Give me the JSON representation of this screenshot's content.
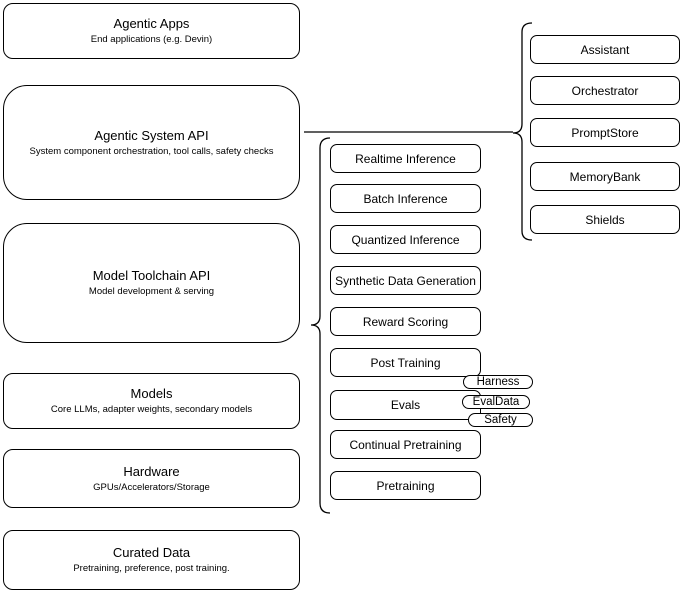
{
  "stack": [
    {
      "title": "Agentic Apps",
      "subtitle": "End applications (e.g. Devin)"
    },
    {
      "title": "Agentic System API",
      "subtitle": "System component orchestration, tool calls, safety checks"
    },
    {
      "title": "Model Toolchain API",
      "subtitle": "Model development & serving"
    },
    {
      "title": "Models",
      "subtitle": "Core LLMs, adapter weights, secondary models"
    },
    {
      "title": "Hardware",
      "subtitle": "GPUs/Accelerators/Storage"
    },
    {
      "title": "Curated Data",
      "subtitle": "Pretraining, preference, post training."
    }
  ],
  "toolchain_services": [
    "Realtime Inference",
    "Batch Inference",
    "Quantized Inference",
    "Synthetic Data Generation",
    "Reward Scoring",
    "Post Training",
    "Evals",
    "Continual Pretraining",
    "Pretraining"
  ],
  "eval_tags": [
    "Harness",
    "EvalData",
    "Safety"
  ],
  "system_components": [
    "Assistant",
    "Orchestrator",
    "PromptStore",
    "MemoryBank",
    "Shields"
  ],
  "colors": {
    "stroke": "#000000",
    "fill": "#ffffff",
    "background": "#ffffff",
    "text": "#000000"
  }
}
